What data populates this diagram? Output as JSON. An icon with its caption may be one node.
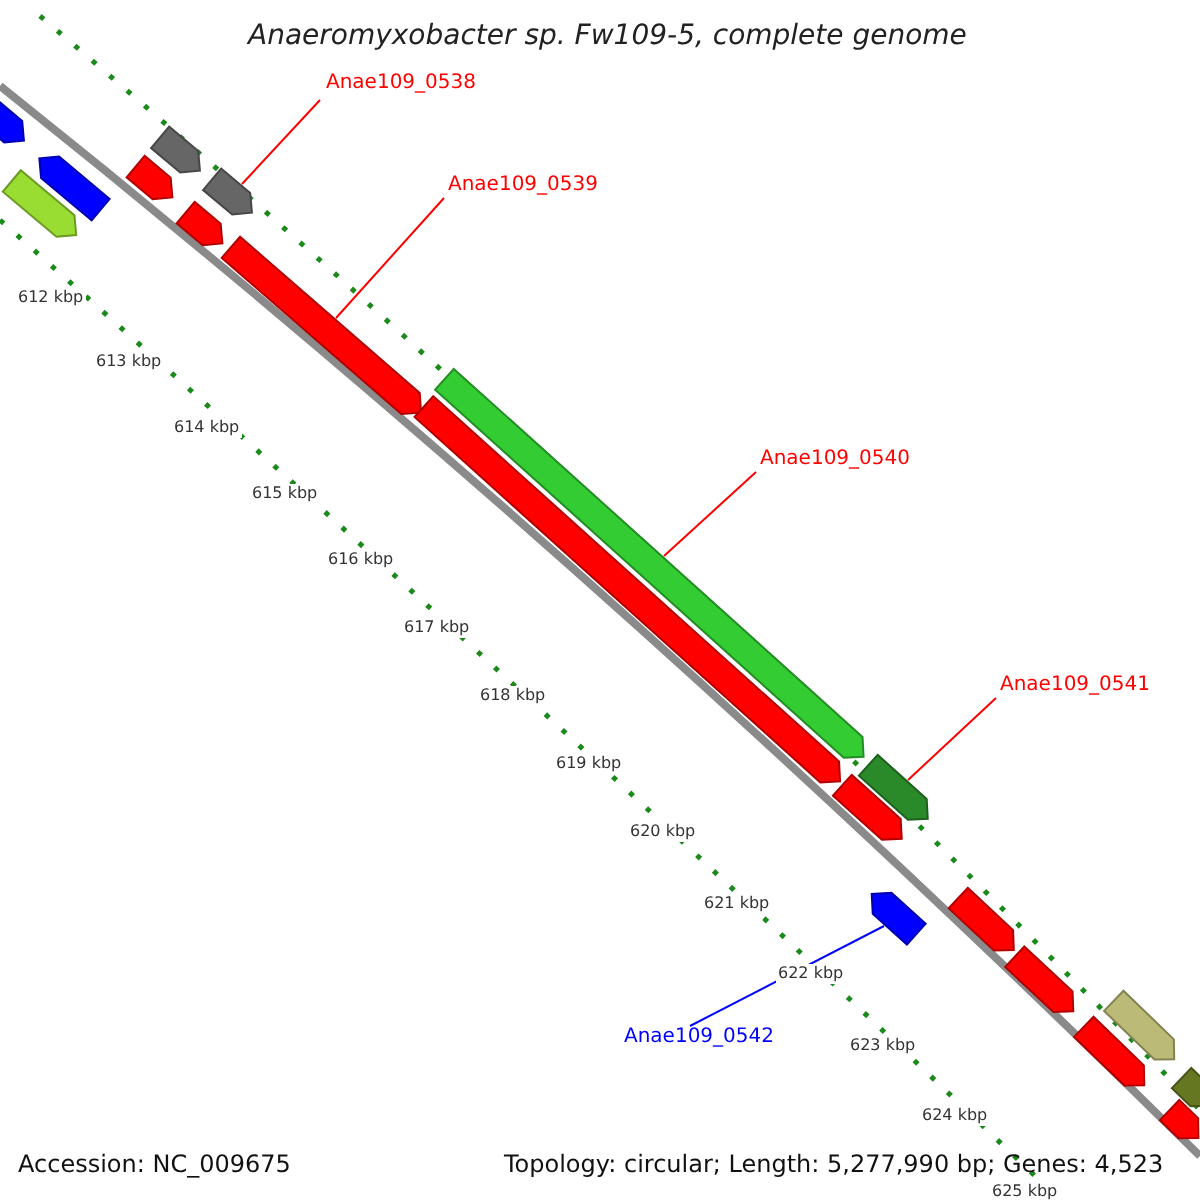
{
  "diagram": {
    "title": "Anaeromyxobacter sp. Fw109-5, complete genome",
    "nodes": [
      {
        "text": [
          "Anae109_0538"
        ]
      },
      {
        "text": [
          "Anae109_0539"
        ]
      },
      {
        "text": [
          "Anae109_0540"
        ]
      },
      {
        "text": [
          "Anae109_0541"
        ]
      },
      {
        "text": [
          "Anae109_0542"
        ]
      },
      {
        "text": [],
        "shape": "bar"
      },
      {
        "text": [],
        "shape": "bar"
      },
      {
        "text": [],
        "shape": "bar"
      },
      {
        "text": [],
        "shape": "bar"
      },
      {
        "text": [],
        "shape": "bar"
      },
      {
        "text": [],
        "shape": "bar"
      },
      {
        "text": [],
        "shape": "bar"
      },
      {
        "text": [],
        "shape": "bar"
      },
      {
        "text": [],
        "shape": "bar"
      },
      {
        "text": [],
        "shape": "bar"
      },
      {
        "text": [],
        "shape": "bar"
      },
      {
        "text": [],
        "shape": "bar"
      },
      {
        "text": [],
        "shape": "bar"
      },
      {
        "text": [],
        "shape": "bar"
      },
      {
        "text": [],
        "shape": "bar"
      },
      {
        "text": [],
        "shape": "bar"
      },
      {
        "text": [],
        "shape": "bar"
      },
      {
        "text": [],
        "shape": "bar"
      },
      {
        "text": [],
        "shape": "bar"
      }
    ],
    "edges": [
      {
        "from": 0,
        "to": 10,
        "arrow": "none"
      },
      {
        "from": 1,
        "to": 12,
        "arrow": "none"
      },
      {
        "from": 2,
        "to": 13,
        "arrow": "none"
      },
      {
        "from": 3,
        "to": 15,
        "arrow": "none"
      },
      {
        "from": 4,
        "to": 17,
        "arrow": "none",
        "color": "#0000ff"
      }
    ],
    "labels": [
      "612 kbp",
      "613 kbp",
      "614 kbp",
      "615 kbp",
      "616 kbp",
      "617 kbp",
      "618 kbp",
      "619 kbp",
      "620 kbp",
      "621 kbp",
      "622 kbp",
      "623 kbp",
      "624 kbp",
      "625 kbp",
      "Accession: NC_009675",
      "Topology: circular; Length: 5,277,990 bp; Genes: 4,523"
    ]
  }
}
